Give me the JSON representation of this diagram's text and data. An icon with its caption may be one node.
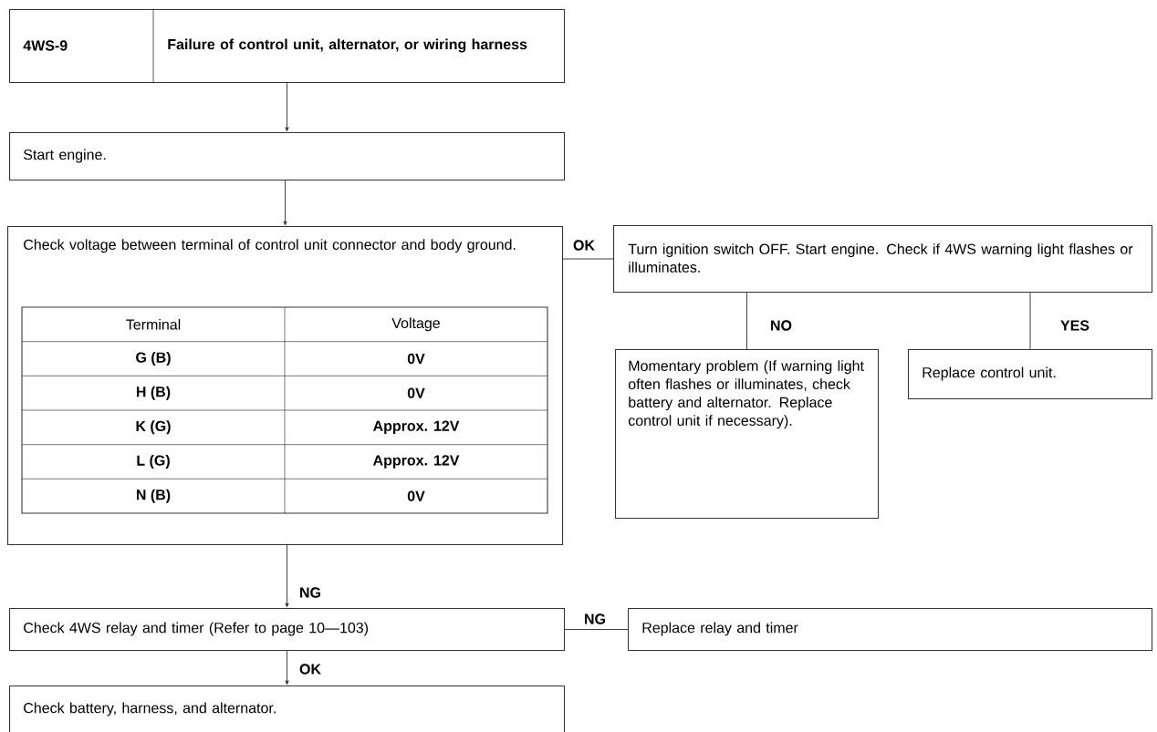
{
  "diagram": {
    "nodes": [
      {
        "text": [
          "4WS-9",
          "Failure of control unit, alternator, or wiring harness"
        ]
      },
      {
        "text": [
          "Start engine."
        ]
      },
      {
        "text": [
          "Check voltage between terminal of control unit connector and body ground."
        ]
      },
      {
        "text": [
          "Turn ignition switch OFF. Start engine. Check if 4WS warning light flashes or illuminates."
        ]
      },
      {
        "text": [
          "Momentary problem (If warning light often flashes or illuminates, check battery and alternator. Replace control unit if necessary)."
        ]
      },
      {
        "text": [
          "Replace control unit."
        ]
      },
      {
        "text": [
          "Check 4WS relay and timer (Refer to page 10—103)"
        ]
      },
      {
        "text": [
          "Replace relay and timer"
        ]
      },
      {
        "text": [
          "Check battery, harness, and alternator."
        ]
      }
    ],
    "edges": [
      {
        "from": 0,
        "to": 1,
        "arrow": "to"
      },
      {
        "from": 1,
        "to": 2,
        "arrow": "to"
      },
      {
        "from": 2,
        "to": 3,
        "arrow": "none",
        "label": "OK"
      },
      {
        "from": 3,
        "to": 4,
        "arrow": "none",
        "label": "NO"
      },
      {
        "from": 3,
        "to": 5,
        "arrow": "none",
        "label": "YES"
      },
      {
        "from": 2,
        "to": 6,
        "arrow": "to",
        "label": "NG"
      },
      {
        "from": 6,
        "to": 7,
        "arrow": "none",
        "label": "NG"
      },
      {
        "from": 6,
        "to": 8,
        "arrow": "to",
        "label": "OK"
      }
    ],
    "labels": [
      "Terminal",
      "Voltage",
      "G (B)",
      "0V",
      "H (B)",
      "0V",
      "K (G)",
      "Approx. 12V",
      "L (G)",
      "Approx. 12V",
      "N (B)",
      "0V"
    ]
  }
}
